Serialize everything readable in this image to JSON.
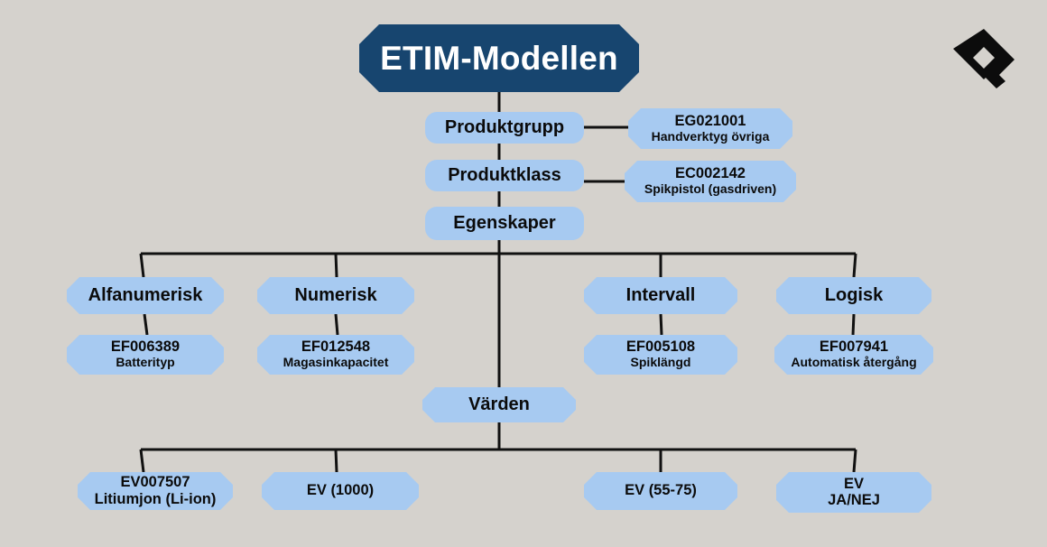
{
  "page": {
    "background_color": "#d5d2cd",
    "title_box_color": "#17456f",
    "node_color": "#a7caf1",
    "line_color": "#111111",
    "title_text_color": "#ffffff",
    "node_text_color": "#0b0b0b"
  },
  "title": {
    "text": "ETIM-Modellen"
  },
  "logo": {
    "name": "q-diamond-logo",
    "color": "#0c0c0c"
  },
  "nodes": {
    "produktgrupp": {
      "label": "Produktgrupp"
    },
    "produktklass": {
      "label": "Produktklass"
    },
    "egenskaper": {
      "label": "Egenskaper"
    },
    "varden": {
      "label": "Värden"
    },
    "eg_code": {
      "code": "EG021001",
      "desc": "Handverktyg övriga"
    },
    "ec_code": {
      "code": "EC002142",
      "desc": "Spikpistol (gasdriven)"
    },
    "types": [
      {
        "label": "Alfanumerisk"
      },
      {
        "label": "Numerisk"
      },
      {
        "label": "Intervall"
      },
      {
        "label": "Logisk"
      }
    ],
    "features": [
      {
        "code": "EF006389",
        "desc": "Batterityp"
      },
      {
        "code": "EF012548",
        "desc": "Magasinkapacitet"
      },
      {
        "code": "EF005108",
        "desc": "Spiklängd"
      },
      {
        "code": "EF007941",
        "desc": "Automatisk återgång"
      }
    ],
    "values": [
      {
        "code": "EV007507",
        "desc": "Litiumjon (Li-ion)"
      },
      {
        "code": "EV (1000)",
        "desc": ""
      },
      {
        "code": "EV (55-75)",
        "desc": ""
      },
      {
        "code": "EV",
        "desc": "JA/NEJ"
      }
    ]
  }
}
